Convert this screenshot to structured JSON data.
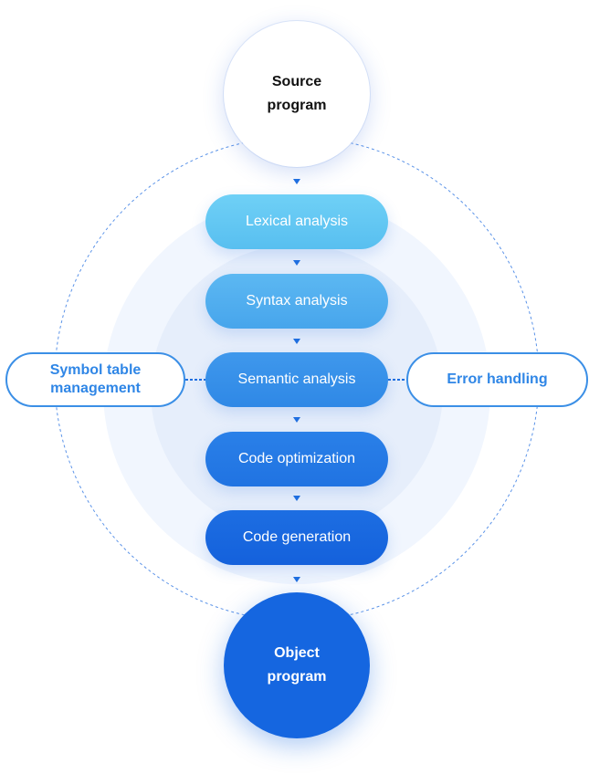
{
  "diagram": {
    "source": {
      "label": "Source\nprogram"
    },
    "object": {
      "label": "Object\nprogram"
    },
    "stages": [
      {
        "label": "Lexical analysis"
      },
      {
        "label": "Syntax analysis"
      },
      {
        "label": "Semantic analysis"
      },
      {
        "label": "Code optimization"
      },
      {
        "label": "Code generation"
      }
    ],
    "side": {
      "left": {
        "label": "Symbol table\nmanagement"
      },
      "right": {
        "label": "Error handling"
      }
    },
    "colors": {
      "accent": "#1566e0",
      "stage_light": "#6fd0f6",
      "stage_dark": "#1461dc",
      "side_border": "#3b8fe6",
      "side_text": "#2f86e6",
      "dashed_ring": "#5b93e8",
      "halo_outer": "#f1f6fe",
      "halo_inner": "#e4edfb"
    }
  }
}
